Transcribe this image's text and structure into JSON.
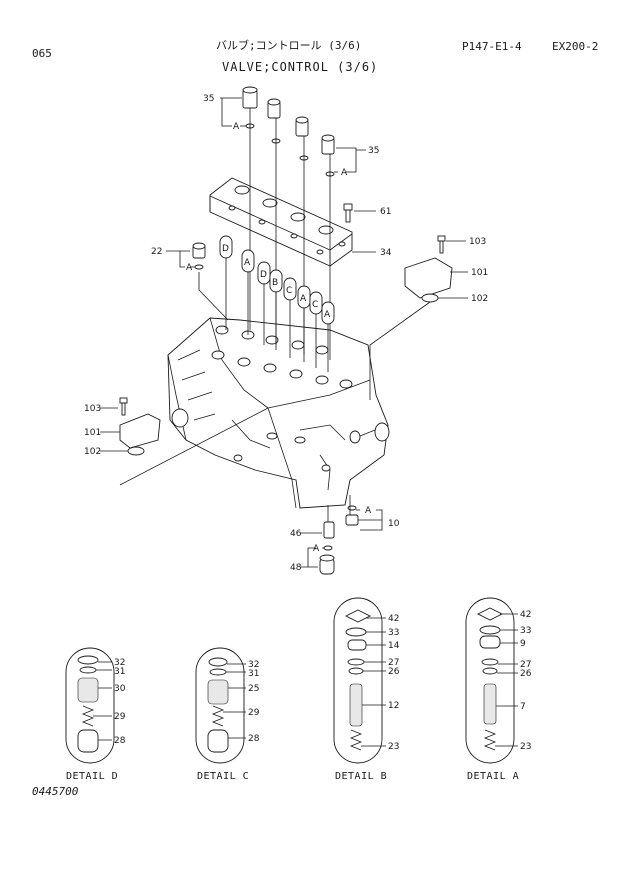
{
  "header": {
    "page_number": "065",
    "title_jp": "バルブ;コントロール (3/6)",
    "title_en": "VALVE;CONTROL (3/6)",
    "page_code": "P147-E1-4",
    "model": "EX200-2"
  },
  "footer": {
    "drawing_number": "0445700"
  },
  "callouts": {
    "c35a": "35",
    "c35b": "35",
    "c61": "61",
    "c34": "34",
    "c22": "22",
    "c103a": "103",
    "c101a": "101",
    "c102a": "102",
    "c103b": "103",
    "c101b": "101",
    "c102b": "102",
    "c10": "10",
    "c46": "46",
    "c48": "48",
    "refA1": "A",
    "refA2": "A",
    "refA3": "A",
    "refA4": "A",
    "refA5": "A"
  },
  "bore_labels": [
    "D",
    "A",
    "D",
    "B",
    "C",
    "A",
    "C",
    "A"
  ],
  "details": [
    {
      "id": "D",
      "label": "DETAIL D",
      "parts": [
        "32",
        "31",
        "30",
        "29",
        "28"
      ]
    },
    {
      "id": "C",
      "label": "DETAIL C",
      "parts": [
        "32",
        "31",
        "25",
        "29",
        "28"
      ]
    },
    {
      "id": "B",
      "label": "DETAIL B",
      "parts": [
        "42",
        "33",
        "14",
        "27",
        "26",
        "12",
        "23"
      ]
    },
    {
      "id": "A",
      "label": "DETAIL A",
      "parts": [
        "42",
        "33",
        "9",
        "27",
        "26",
        "7",
        "23"
      ]
    }
  ]
}
